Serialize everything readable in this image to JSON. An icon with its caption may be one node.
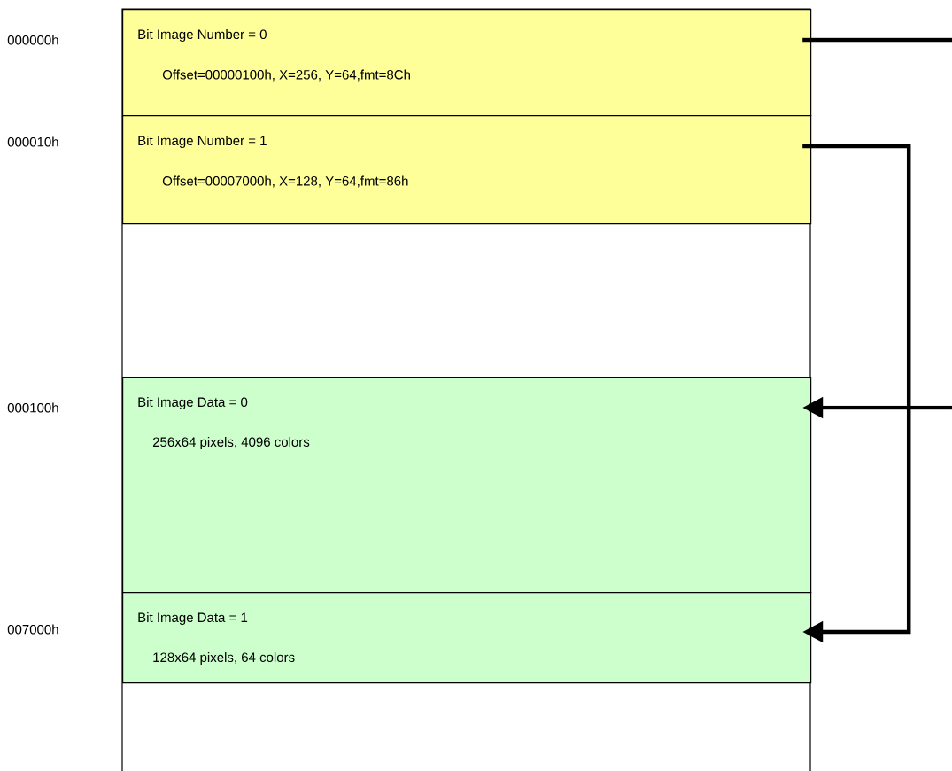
{
  "diagram": {
    "nodes": [
      {
        "text": [
          "Bit Image Number = 0",
          "Offset=00000100h, X=256, Y=64,fmt=8Ch"
        ]
      },
      {
        "text": [
          "Bit Image Number = 1",
          "Offset=00007000h, X=128, Y=64,fmt=86h"
        ]
      },
      {
        "text": [
          "Bit Image Data = 0",
          "256x64 pixels, 4096 colors"
        ]
      },
      {
        "text": [
          "Bit Image Data = 1",
          "128x64 pixels, 64 colors"
        ]
      }
    ],
    "edges": [
      {
        "from": 0,
        "to": null,
        "arrow": "none"
      },
      {
        "from": null,
        "to": 2,
        "arrow": "to"
      },
      {
        "from": 1,
        "to": 3,
        "arrow": "to"
      }
    ],
    "labels": [
      "000000h",
      "000010h",
      "000100h",
      "007000h"
    ]
  }
}
